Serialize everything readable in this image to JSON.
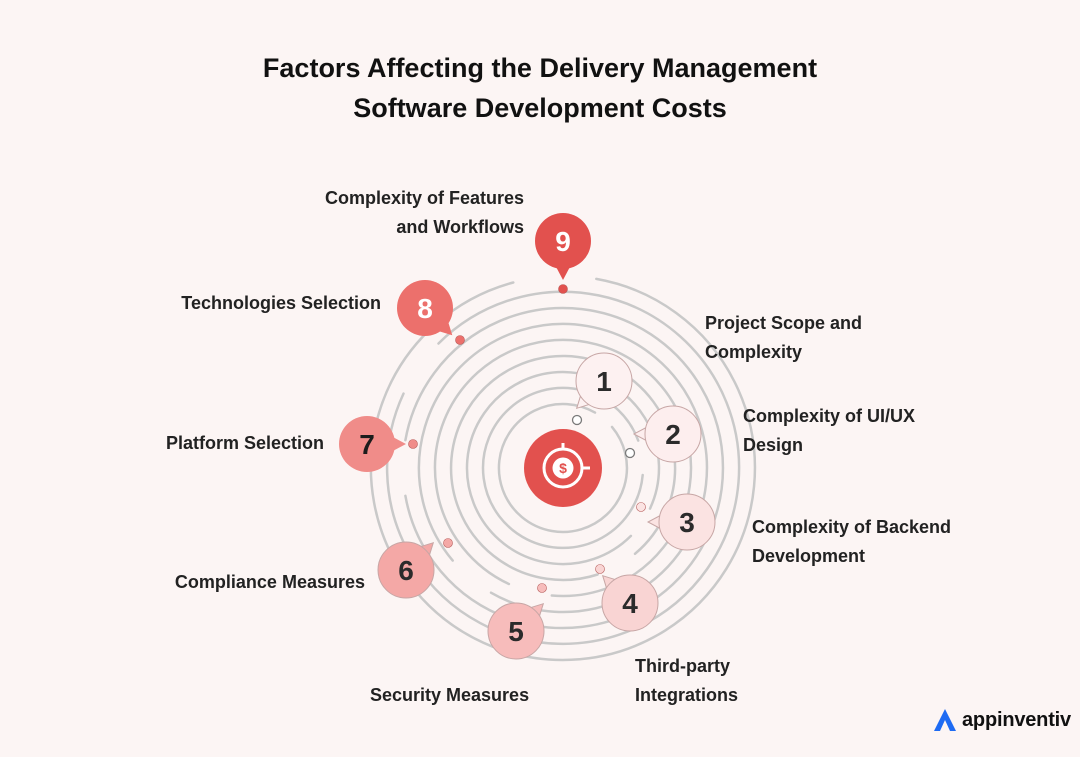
{
  "title": {
    "line1": "Factors Affecting the Delivery Management",
    "line2": "Software Development Costs"
  },
  "center_icon": "dollar-target-icon",
  "factors": [
    {
      "number": "1",
      "label": "Project Scope and\nComplexity",
      "bubble_color": "#fdf1f1",
      "number_color": "#2b2b2b",
      "dot_color": "#ffffff"
    },
    {
      "number": "2",
      "label": "Complexity of UI/UX\nDesign",
      "bubble_color": "#fdeeee",
      "number_color": "#2b2b2b",
      "dot_color": "#ffffff"
    },
    {
      "number": "3",
      "label": "Complexity of Backend\nDevelopment",
      "bubble_color": "#fbe3e2",
      "number_color": "#2b2b2b",
      "dot_color": "#fbe3e2"
    },
    {
      "number": "4",
      "label": "Third-party\nIntegrations",
      "bubble_color": "#f9d4d3",
      "number_color": "#2b2b2b",
      "dot_color": "#f9d4d3"
    },
    {
      "number": "5",
      "label": "Security Measures",
      "bubble_color": "#f7bcbb",
      "number_color": "#2b2b2b",
      "dot_color": "#f7bcbb"
    },
    {
      "number": "6",
      "label": "Compliance Measures",
      "bubble_color": "#f4a8a6",
      "number_color": "#2b2b2b",
      "dot_color": "#f4a8a6"
    },
    {
      "number": "7",
      "label": "Platform Selection",
      "bubble_color": "#f08c89",
      "number_color": "#1c1c1c",
      "dot_color": "#f08c89"
    },
    {
      "number": "8",
      "label": "Technologies Selection",
      "bubble_color": "#ec706c",
      "number_color": "#ffffff",
      "dot_color": "#ec706c"
    },
    {
      "number": "9",
      "label": "Complexity of Features\nand Workflows",
      "bubble_color": "#e2514e",
      "number_color": "#ffffff",
      "dot_color": "#e2514e"
    }
  ],
  "colors": {
    "accent": "#e2514e",
    "ring": "#c9c9c9",
    "background": "#fcf5f4"
  },
  "brand": {
    "name": "appinventiv",
    "logo_icon": "appinventiv-logo-icon",
    "logo_color": "#1e6bf3"
  }
}
